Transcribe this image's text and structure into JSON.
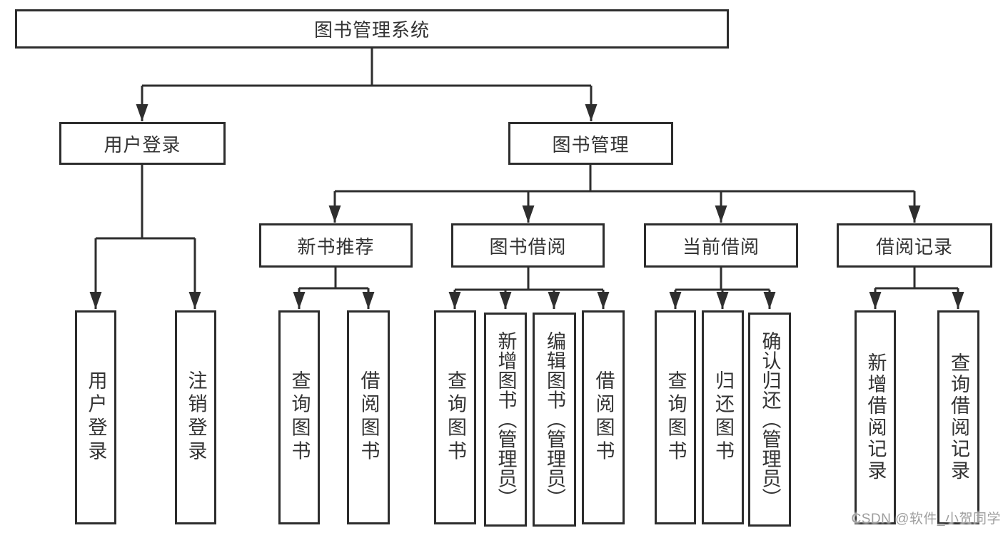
{
  "diagram": {
    "root": {
      "label": "图书管理系统"
    },
    "branches": [
      {
        "label": "用户登录",
        "leaves": [
          {
            "label": "用户登录"
          },
          {
            "label": "注销登录"
          }
        ]
      },
      {
        "label": "图书管理",
        "sections": [
          {
            "label": "新书推荐",
            "leaves": [
              {
                "label": "查询图书"
              },
              {
                "label": "借阅图书"
              }
            ]
          },
          {
            "label": "图书借阅",
            "leaves": [
              {
                "label": "查询图书"
              },
              {
                "label": "新增图书（管理员）"
              },
              {
                "label": "编辑图书（管理员）"
              },
              {
                "label": "借阅图书"
              }
            ]
          },
          {
            "label": "当前借阅",
            "leaves": [
              {
                "label": "查询图书"
              },
              {
                "label": "归还图书"
              },
              {
                "label": "确认归还（管理员）"
              }
            ]
          },
          {
            "label": "借阅记录",
            "leaves": [
              {
                "label": "新增借阅记录"
              },
              {
                "label": "查询借阅记录"
              }
            ]
          }
        ]
      }
    ]
  },
  "watermark": {
    "text": "CSDN @软件_小贺同学"
  },
  "colors": {
    "line": "#2e2e2e",
    "box_border": "#2d2d2d",
    "text": "#333333",
    "background": "#ffffff",
    "watermark": "#9e9e9e"
  }
}
